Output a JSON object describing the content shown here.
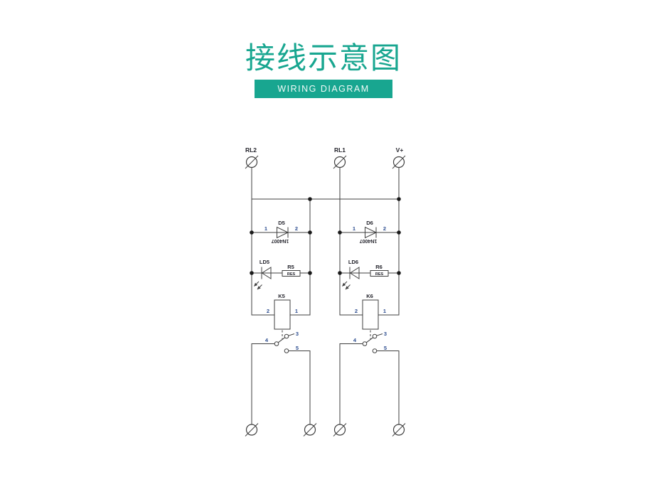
{
  "title": {
    "text": "接线示意图"
  },
  "banner": {
    "text": "WIRING DIAGRAM"
  },
  "colors": {
    "accent_teal": "#18A690",
    "wire": "#3F3F3F",
    "label": "#26262E",
    "pin_number": "#2F4F91",
    "background": "#FFFFFF"
  },
  "terminals": {
    "top": [
      "RL2",
      "RL1",
      "V+"
    ]
  },
  "circuits": [
    {
      "diode": {
        "name": "D5",
        "part": "1N4007",
        "pin_anode": "1",
        "pin_cathode": "2"
      },
      "led": {
        "name": "LD5"
      },
      "resistor": {
        "name": "R5",
        "value": "RES"
      },
      "relay": {
        "name": "K5",
        "pin_left": "2",
        "pin_right": "1"
      },
      "switch": {
        "pin_common": "4",
        "pin_no": "3",
        "pin_nc": "5"
      }
    },
    {
      "diode": {
        "name": "D6",
        "part": "1N4007",
        "pin_anode": "1",
        "pin_cathode": "2"
      },
      "led": {
        "name": "LD6"
      },
      "resistor": {
        "name": "R6",
        "value": "RES"
      },
      "relay": {
        "name": "K6",
        "pin_left": "2",
        "pin_right": "1"
      },
      "switch": {
        "pin_common": "4",
        "pin_no": "3",
        "pin_nc": "5"
      }
    }
  ]
}
